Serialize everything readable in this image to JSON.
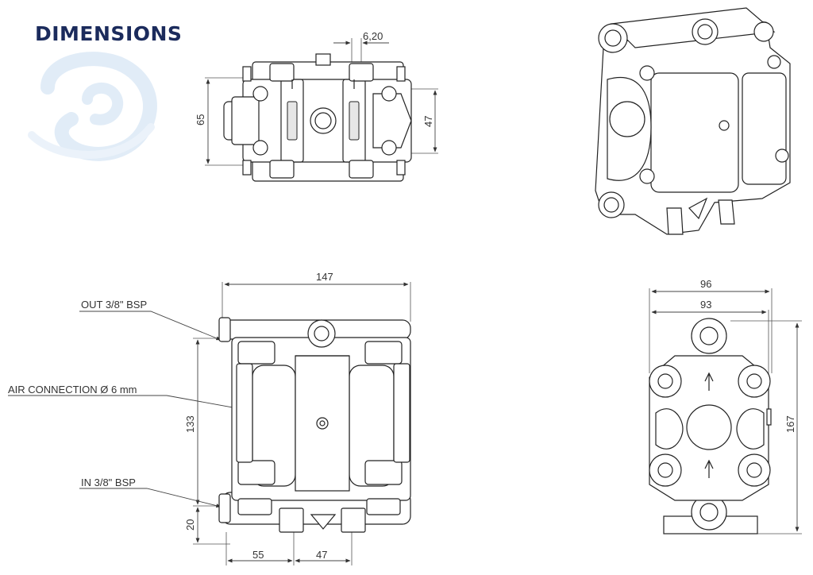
{
  "title": "DIMENSIONS",
  "top_view": {
    "dim_620": "6,20",
    "dim_65": "65",
    "dim_47": "47"
  },
  "front_view": {
    "width": "147",
    "height": "133",
    "inlet_height": "20",
    "bottom_left": "55",
    "bottom_right": "47",
    "out_label": "OUT  3/8\" BSP",
    "air_label": "AIR CONNECTION Ø 6 mm",
    "in_label": "IN  3/8\" BSP"
  },
  "side_view": {
    "width_outer": "96",
    "width_inner": "93",
    "height": "167"
  },
  "colors": {
    "title": "#1b2b5c",
    "dim_text": "#333333",
    "logo": "#dbe9f6"
  }
}
